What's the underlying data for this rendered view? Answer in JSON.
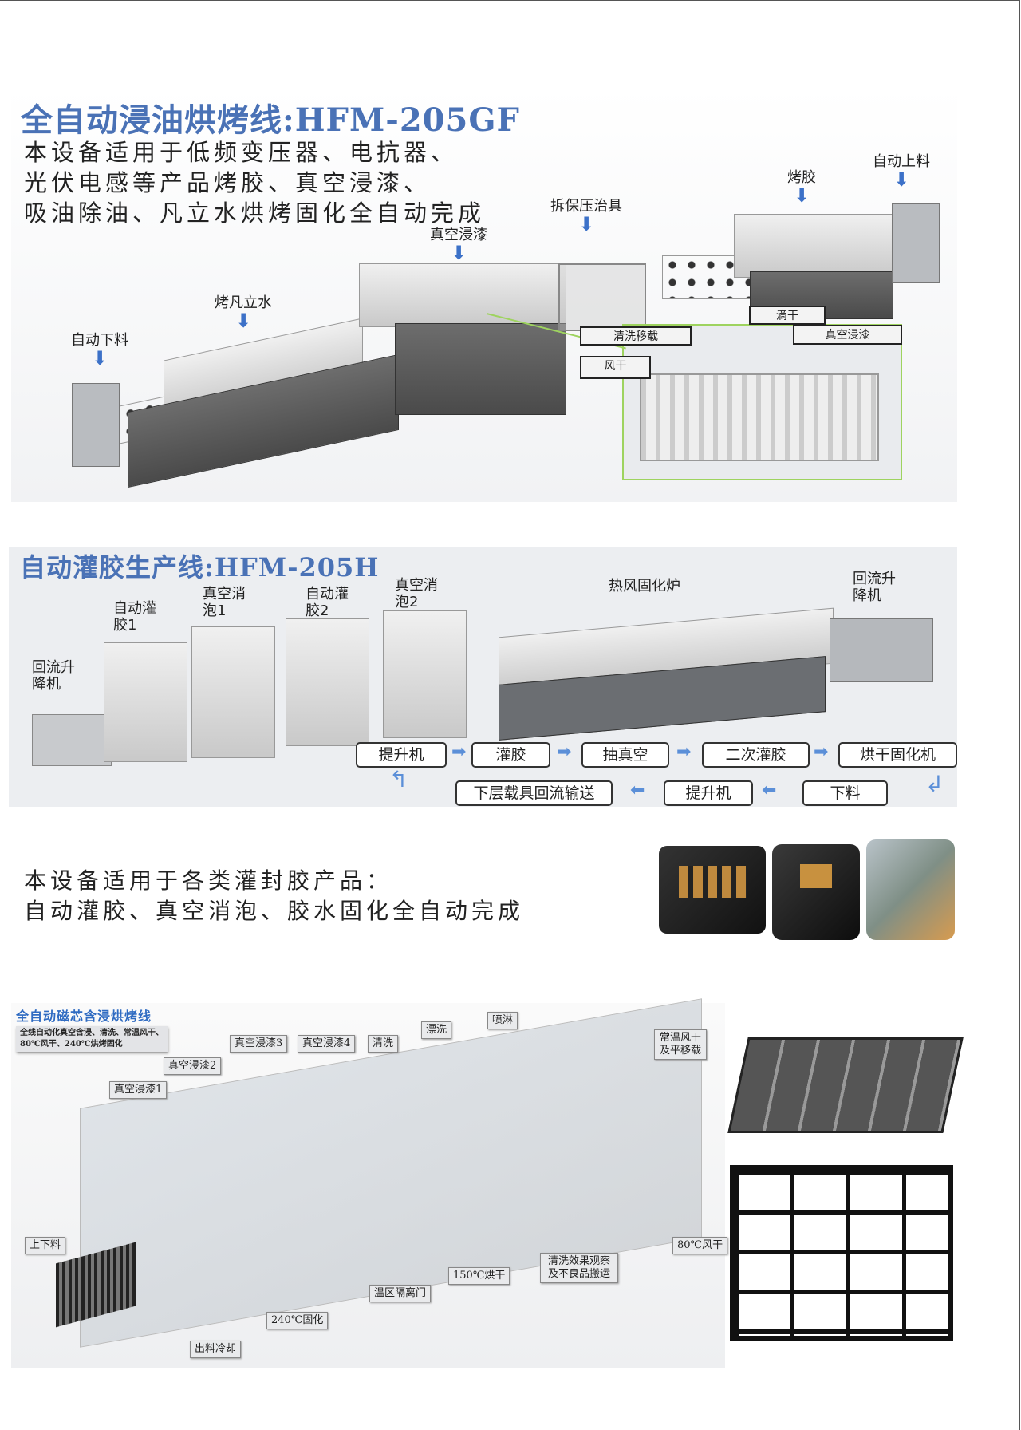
{
  "section1": {
    "title": "全自动浸油烘烤线:HFM-205GF",
    "desc": [
      "本设备适用于低频变压器、电抗器、",
      "光伏电感等产品烤胶、真空浸漆、",
      "吸油除油、凡立水烘烤固化全自动完成"
    ],
    "labels": {
      "unload": "自动下料",
      "bake_varnish": "烤凡立水",
      "vacuum_dip": "真空浸漆",
      "fixture": "拆保压治具",
      "bake_glue": "烤胶",
      "load": "自动上料"
    },
    "detail_labels": {
      "wash": "清洗移载",
      "drip": "滴干",
      "vacuum": "真空浸漆",
      "air_dry": "风干"
    }
  },
  "section2": {
    "title": "自动灌胶生产线:HFM-205H",
    "labels": {
      "lift_left": "回流升降机",
      "pot1": "自动灌胶1",
      "defoam1": "真空消泡1",
      "pot2": "自动灌胶2",
      "defoam2": "真空消泡2",
      "oven": "热风固化炉",
      "lift_right": "回流升降机"
    },
    "flow_top": [
      "提升机",
      "灌胶",
      "抽真空",
      "二次灌胶",
      "烘干固化机"
    ],
    "flow_bottom": [
      "下层载具回流输送",
      "提升机",
      "下料"
    ]
  },
  "section3": {
    "desc": [
      "本设备适用于各类灌封胶产品：",
      "自动灌胶、真空消泡、胶水固化全自动完成"
    ]
  },
  "section4": {
    "title": "全自动磁芯含浸烘烤线",
    "subtitle": [
      "全线自动化真空含浸、清洗、常温风干、",
      "80℃风干、240℃烘烤固化"
    ],
    "callouts": {
      "v1": "真空浸漆1",
      "v2": "真空浸漆2",
      "v3": "真空浸漆3",
      "v4": "真空浸漆4",
      "wash": "清洗",
      "rinse": "漂洗",
      "spray": "喷淋",
      "room_dry": "常温风干及平移载",
      "load": "上下料",
      "dry80": "80℃风干",
      "inspect": "清洗效果观察及不良品搬运",
      "dry150": "150℃烘干",
      "door": "温区隔离门",
      "cure240": "240℃固化",
      "cool": "出料冷却"
    }
  }
}
